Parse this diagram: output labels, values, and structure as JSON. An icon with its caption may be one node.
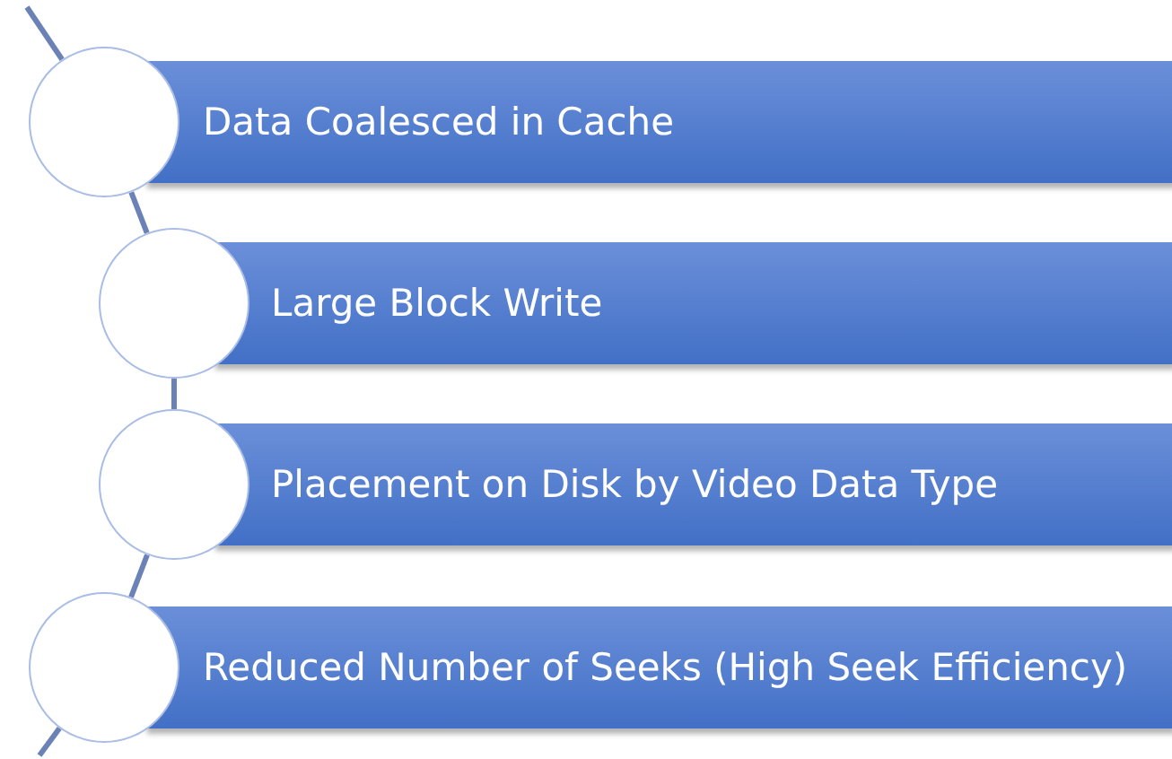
{
  "diagram": {
    "nodes": [
      {
        "text": [
          "Data Coalesced in Cache"
        ]
      },
      {
        "text": [
          "Large Block Write"
        ]
      },
      {
        "text": [
          "Placement on Disk by Video Data Type"
        ]
      },
      {
        "text": [
          "Reduced Number of Seeks (High Seek Efficiency)"
        ]
      },
      {
        "text": [],
        "shape": "circle"
      },
      {
        "text": [],
        "shape": "circle"
      },
      {
        "text": [],
        "shape": "circle"
      },
      {
        "text": [],
        "shape": "circle"
      }
    ],
    "edges": [
      {
        "from": null,
        "to": 4,
        "arrow": "none"
      },
      {
        "from": 4,
        "to": 5,
        "arrow": "none"
      },
      {
        "from": 5,
        "to": 6,
        "arrow": "none"
      },
      {
        "from": 6,
        "to": 7,
        "arrow": "none"
      },
      {
        "from": 7,
        "to": null,
        "arrow": "none"
      }
    ]
  }
}
